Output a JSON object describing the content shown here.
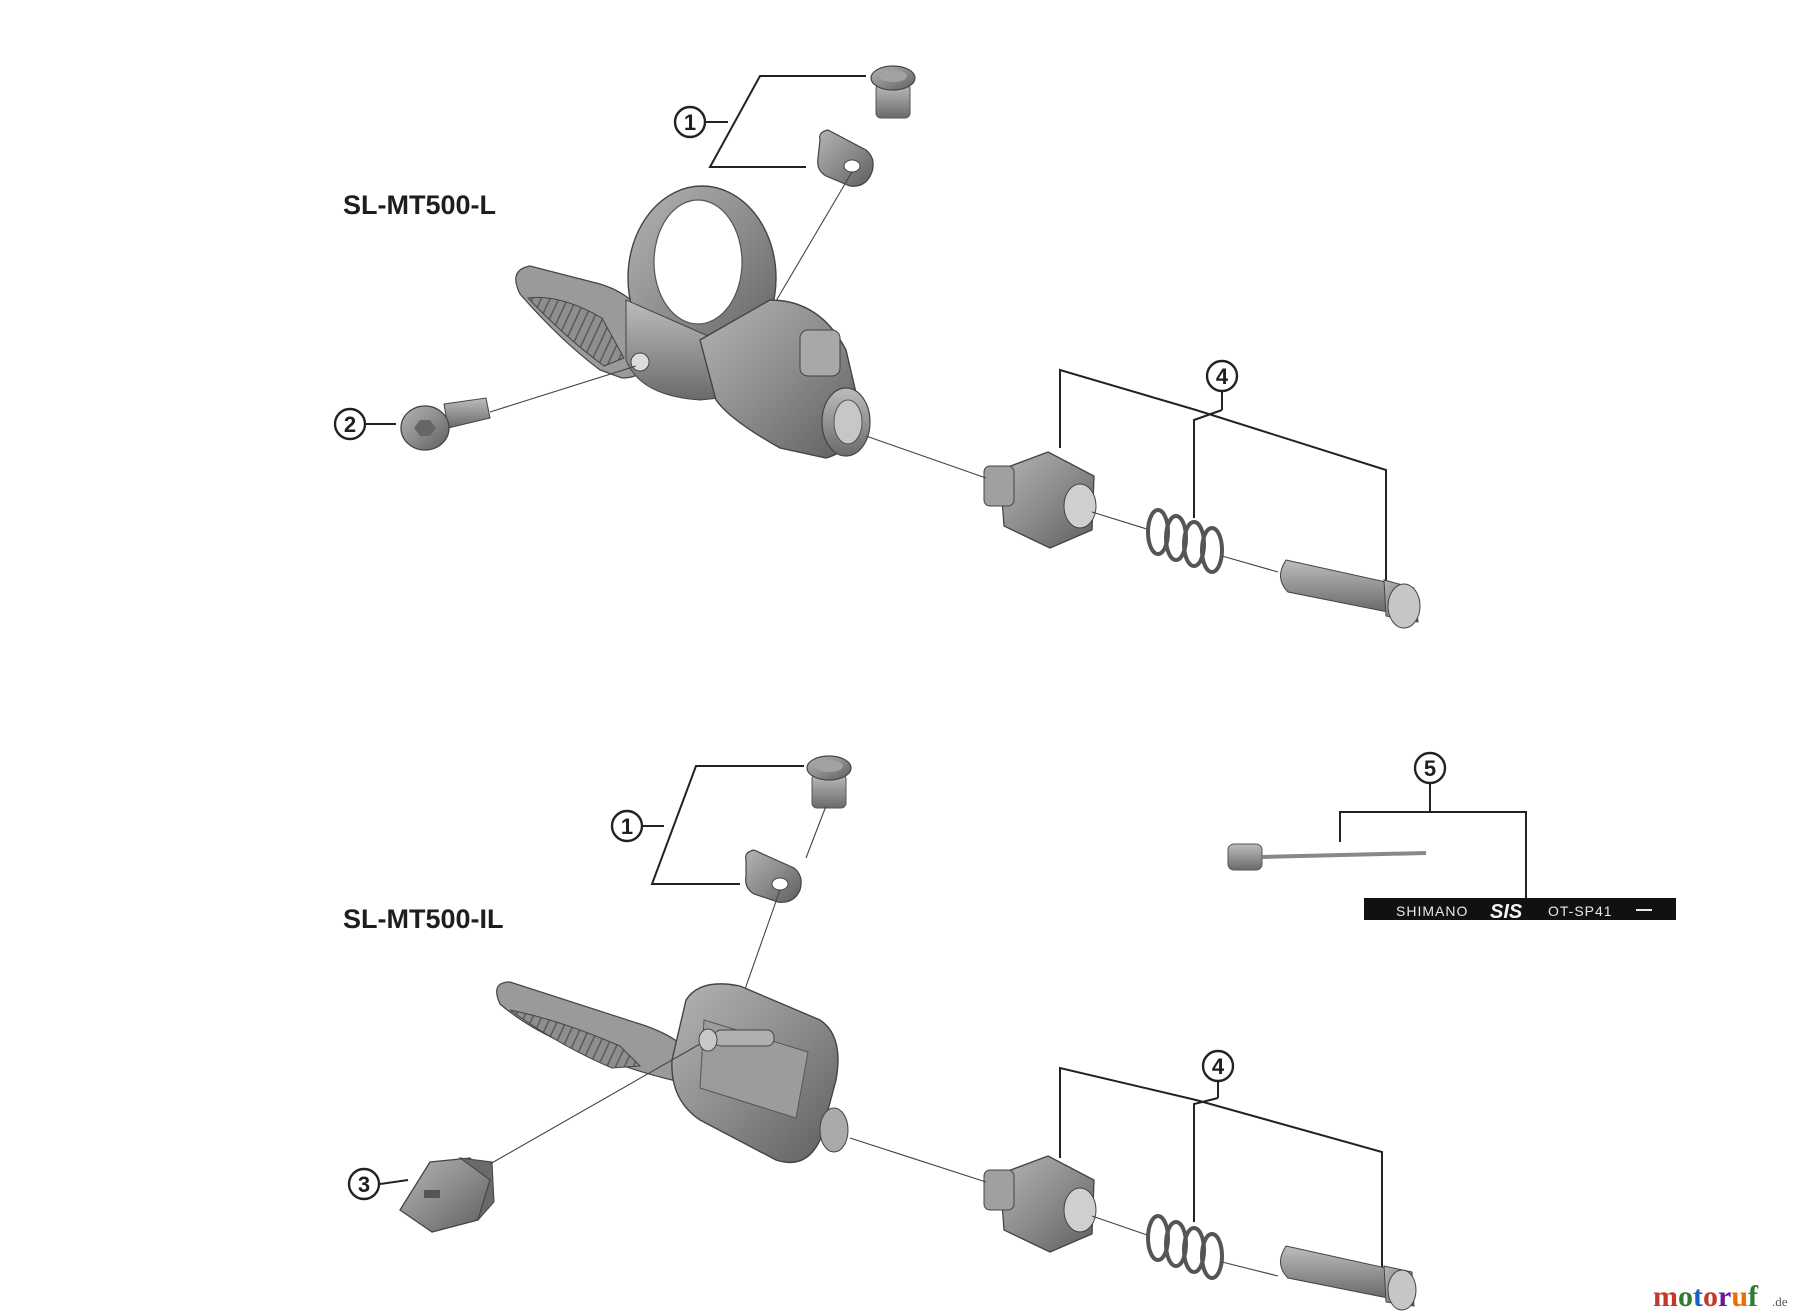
{
  "diagram": {
    "models": [
      {
        "id": "top",
        "label": "SL-MT500-L"
      },
      {
        "id": "bottom",
        "label": "SL-MT500-IL"
      }
    ],
    "callouts": [
      {
        "ref": "top-1",
        "number": "1"
      },
      {
        "ref": "top-2",
        "number": "2"
      },
      {
        "ref": "top-4",
        "number": "4"
      },
      {
        "ref": "bot-1",
        "number": "1"
      },
      {
        "ref": "bot-3",
        "number": "3"
      },
      {
        "ref": "bot-4",
        "number": "4"
      },
      {
        "ref": "bot-5",
        "number": "5"
      }
    ],
    "cable_printing": {
      "brand_left": "SHIMANO",
      "brand_mark": "SIS",
      "model_code": "OT-SP41"
    }
  },
  "watermark": {
    "name": "motoruf",
    "tld": ".de"
  },
  "colors": {
    "part_fill": "#8a8a8a",
    "part_dark": "#5a5a5a",
    "part_light": "#b8b8b8",
    "line": "#222222",
    "cable_housing": "#111111"
  }
}
